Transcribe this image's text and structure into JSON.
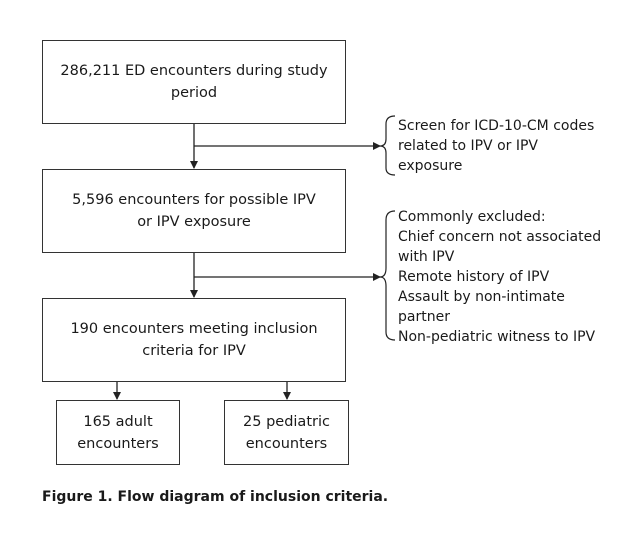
{
  "boxes": {
    "box1": "286,211 ED encounters during study period",
    "box2": "5,596 encounters for possible IPV or IPV exposure",
    "box3": "190 encounters meeting inclusion criteria for IPV",
    "box4": "165 adult encounters",
    "box5": "25 pediatric encounters"
  },
  "side_notes": {
    "screen_lines": [
      "Screen for ICD-10-CM codes",
      "related to IPV or IPV",
      "exposure"
    ],
    "exclusion_lines": [
      "Commonly excluded:",
      "Chief concern not associated",
      "with IPV",
      "Remote history of IPV",
      "Assault by non-intimate",
      "partner",
      "Non-pediatric witness to IPV"
    ]
  },
  "caption": "Figure 1. Flow diagram of inclusion criteria."
}
